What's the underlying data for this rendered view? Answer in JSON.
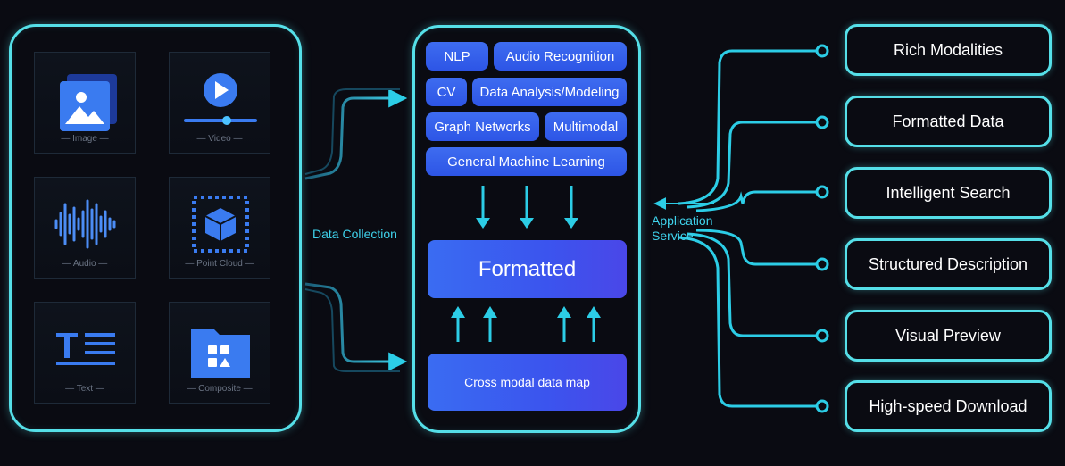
{
  "sources": [
    {
      "label": "— Image —",
      "icon": "image-icon"
    },
    {
      "label": "— Video —",
      "icon": "video-icon"
    },
    {
      "label": "— Audio —",
      "icon": "audio-icon"
    },
    {
      "label": "— Point Cloud —",
      "icon": "point-cloud-icon"
    },
    {
      "label": "— Text —",
      "icon": "text-icon"
    },
    {
      "label": "— Composite —",
      "icon": "composite-icon"
    }
  ],
  "data_collection_label": "Data Collection",
  "capabilities": [
    "NLP",
    "Audio Recognition",
    "CV",
    "Data Analysis/Modeling",
    "Graph Networks",
    "Multimodal",
    "General Machine Learning"
  ],
  "formatted_label": "Formatted",
  "cross_modal_label": "Cross modal data map",
  "application_service_label": [
    "Application",
    "Service"
  ],
  "outputs": [
    "Rich Modalities",
    "Formatted Data",
    "Intelligent Search",
    "Structured Description",
    "Visual Preview",
    "High-speed Download"
  ],
  "colors": {
    "accent": "#55dfe8",
    "chip": "#3561ea",
    "background": "#0a0b12"
  }
}
